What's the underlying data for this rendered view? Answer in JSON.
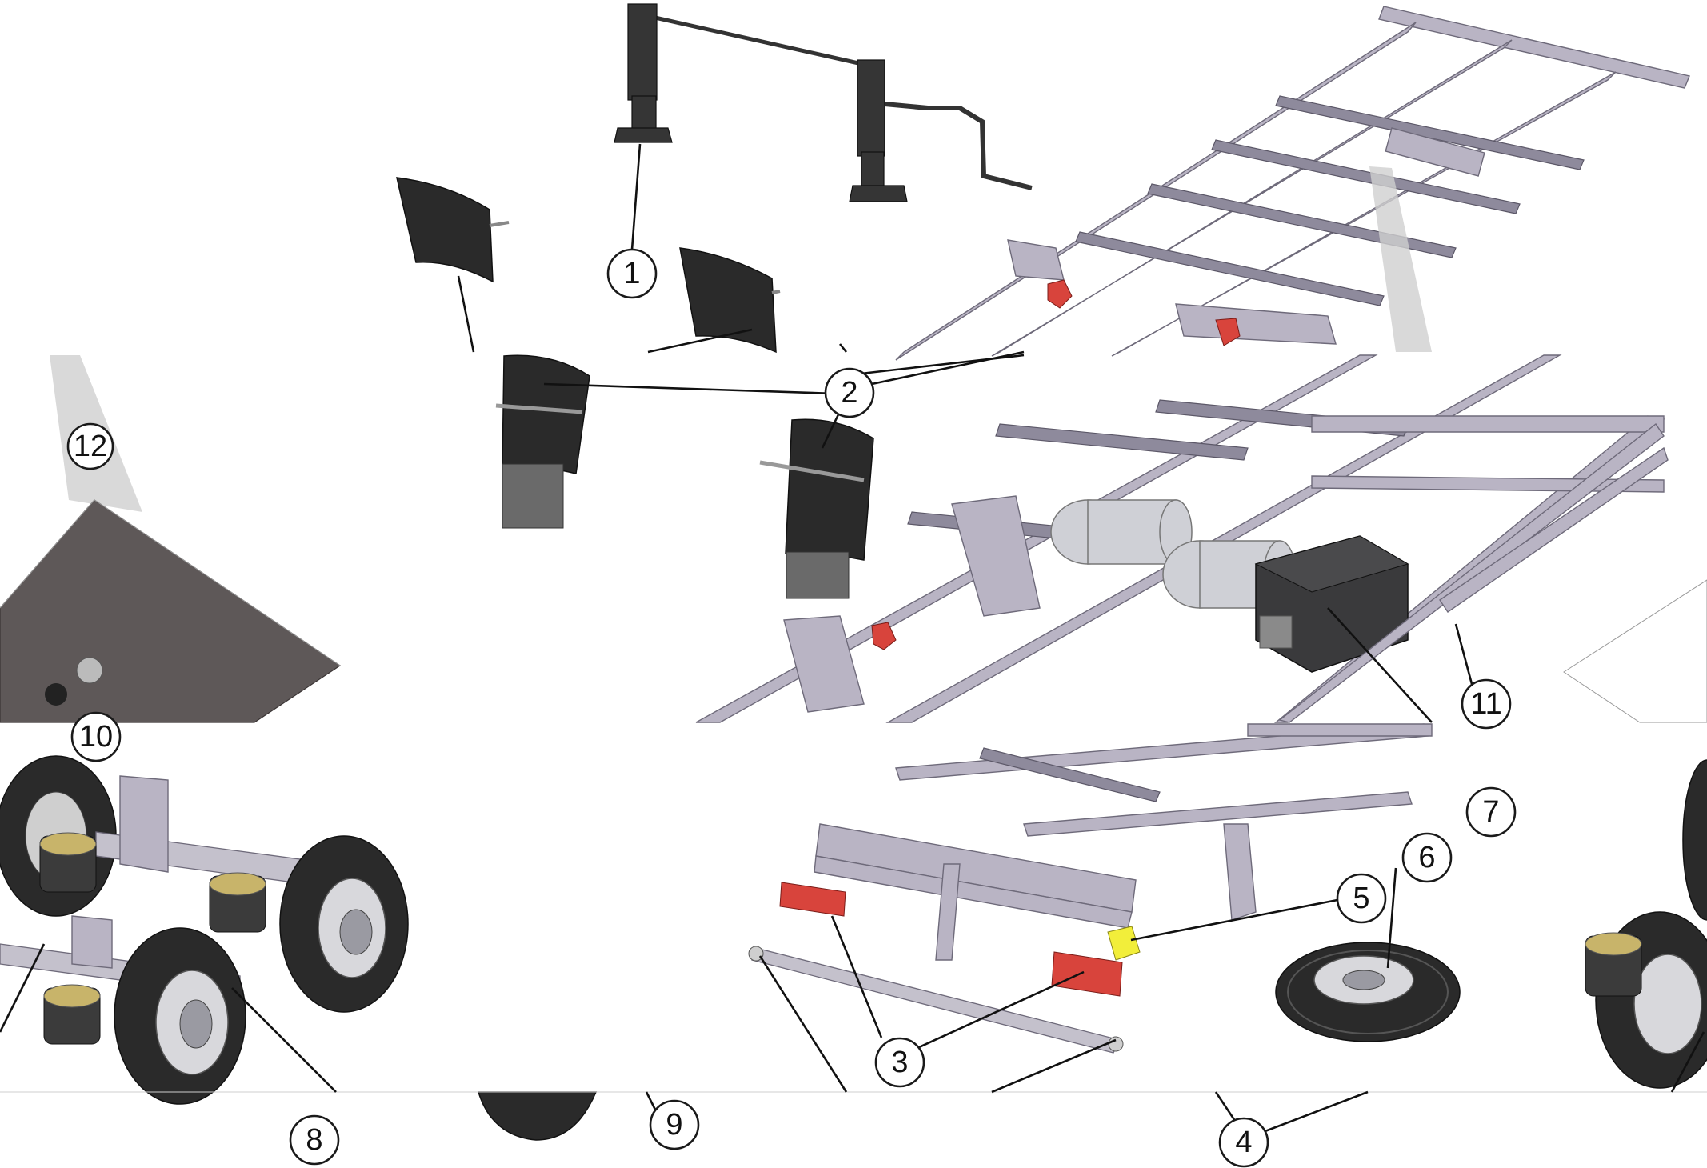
{
  "callouts": [
    {
      "id": "1",
      "label": "1"
    },
    {
      "id": "2",
      "label": "2"
    },
    {
      "id": "3",
      "label": "3"
    },
    {
      "id": "4",
      "label": "4"
    },
    {
      "id": "5",
      "label": "5"
    },
    {
      "id": "6",
      "label": "6"
    },
    {
      "id": "7",
      "label": "7"
    },
    {
      "id": "8",
      "label": "8"
    },
    {
      "id": "9",
      "label": "9"
    },
    {
      "id": "10",
      "label": "10"
    },
    {
      "id": "11",
      "label": "11"
    },
    {
      "id": "12",
      "label": "12"
    }
  ],
  "colors": {
    "frame": "#b9b4c4",
    "rubber": "#2a2a2a",
    "reflector_red": "#d8443c",
    "marker_yellow": "#f2ee3a",
    "air_tank": "#cfd0d6",
    "battery_box": "#3a3a3c",
    "spotlight": "#cfcfcf"
  },
  "icons": [
    "landing-gear-icon",
    "mudguard-icon",
    "rear-light-icon",
    "bumper-tube-icon",
    "marker-light-icon",
    "spare-wheel-icon",
    "battery-box-icon",
    "axle-assembly-icon",
    "wheel-icon",
    "floor-plate-icon",
    "side-guard-icon",
    "detail-view-icon"
  ]
}
